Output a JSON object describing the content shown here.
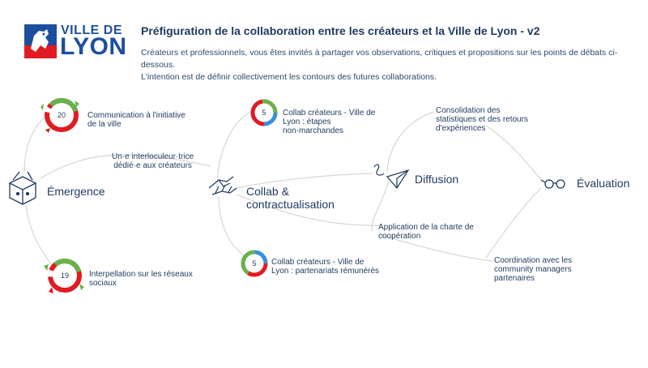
{
  "brand": {
    "logo_top": "VILLE DE",
    "logo_main": "LYON",
    "colors": {
      "blue": "#1d4e9e",
      "red": "#e11b22",
      "green": "#6ab04c",
      "navy": "#1e3a5f",
      "line": "#d6d6d6"
    }
  },
  "header": {
    "title": "Préfiguration de la collaboration entre les créateurs et la Ville de Lyon - v2",
    "intro_line1": "Créateurs et professionnels, vous êtes invités à partager vos observations, critiques et propositions sur les points de débats ci-dessous.",
    "intro_line2": "L'intention est de définir collectivement les contours des futures collaborations."
  },
  "stages": {
    "emergence": "Émergence",
    "collab_line1": "Collab &",
    "collab_line2": "contractualisation",
    "diffusion": "Diffusion",
    "evaluation": "Évaluation"
  },
  "topics": {
    "communication": {
      "count": "20",
      "line1": "Communication à l'initiative",
      "line2": "de la ville"
    },
    "interlocuteur": {
      "line1": "Un·e interloculeur·trice",
      "line2": "dédié·e aux créateurs"
    },
    "interpellation": {
      "count": "19",
      "line1": "Interpellation sur les réseaux",
      "line2": "sociaux"
    },
    "collab_non_marchandes": {
      "count": "5",
      "line1": "Collab créateurs - Ville de",
      "line2": "Lyon : étapes",
      "line3": "non-marchandes"
    },
    "collab_remuneres": {
      "count": "5",
      "line1": "Collab créateurs - Ville de",
      "line2": "Lyon : partenariats rémunérés"
    },
    "consolidation": {
      "line1": "Consolidation des",
      "line2": "statistiques et des retours",
      "line3": "d'expériences"
    },
    "charte": {
      "line1": "Application de la charte de",
      "line2": "coopération"
    },
    "coordination": {
      "line1": "Coordination avec les",
      "line2": "community managers",
      "line3": "partenaires"
    }
  },
  "icons": {
    "logo": "lion-shield-icon",
    "emergence": "open-box-icon",
    "collab": "handshake-icon",
    "diffusion": "paper-plane-icon",
    "evaluation": "glasses-icon"
  }
}
